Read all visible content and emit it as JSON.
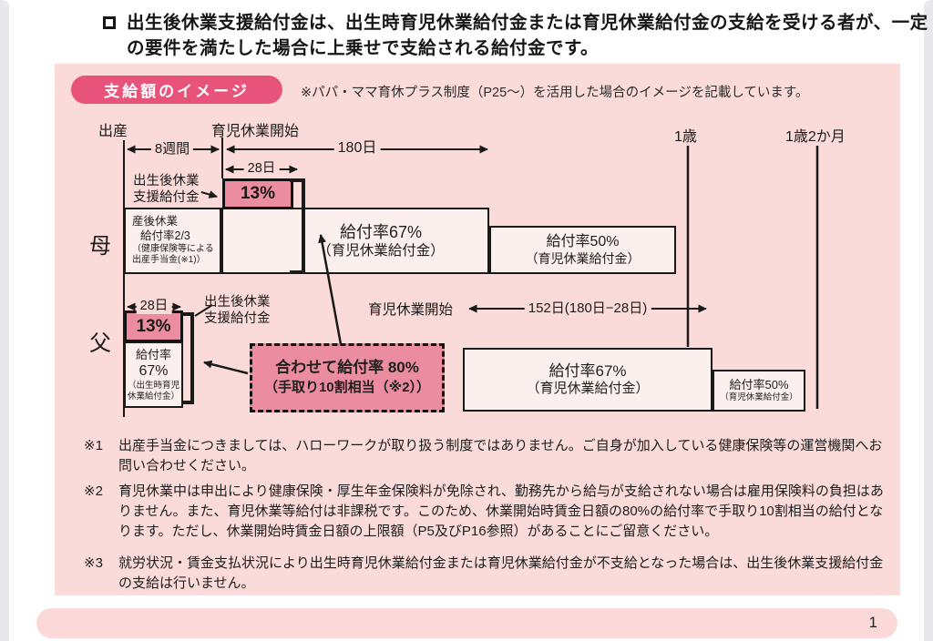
{
  "colors": {
    "panel_pink": "#fbdbd9",
    "badge_pink": "#e8537b",
    "highlight_pink": "#eb8ca0",
    "light_box": "#fcf0ee",
    "text": "#1f1f1f"
  },
  "header": {
    "line1": "出生後休業支援給付金は、出生時育児休業給付金または育児休業給付金の支給を受ける者が、一定",
    "line2": "の要件を満たした場合に上乗せで支給される給付金です。"
  },
  "panel": {
    "badge": "支給額のイメージ",
    "note": "※パパ・ママ育休プラス制度（P25～）を活用した場合のイメージを記載しています。",
    "timeline": {
      "birth": "出産",
      "leave_start": "育児休業開始",
      "age1": "1歳",
      "age1y2m": "1歳2か月"
    },
    "arrows": {
      "w8": "8週間",
      "d180": "180日",
      "d28_mother": "28日",
      "d28_father": "28日",
      "d152": "152日(180日−28日)",
      "father_leave_start": "育児休業開始"
    },
    "mother": {
      "row_label": "母",
      "support_l1": "出生後休業",
      "support_l2": "支援給付金",
      "pct13": "13%",
      "postnatal": {
        "l1": "産後休業",
        "l2": "給付率2/3",
        "l3": "（健康保険等による",
        "l4": "出産手当金(※1)）"
      },
      "rate67": {
        "l1": "給付率67%",
        "l2": "（育児休業給付金）"
      },
      "rate50": {
        "l1": "給付率50%",
        "l2": "（育児休業給付金）"
      }
    },
    "father": {
      "row_label": "父",
      "support_l1": "出生後休業",
      "support_l2": "支援給付金",
      "pct13": "13%",
      "rate67_small": {
        "l1": "給付率",
        "l2": "67%",
        "l3": "（出生時育児",
        "l4": "休業給付金）"
      },
      "combined": {
        "l1": "合わせて給付率 80%",
        "l2": "（手取り10割相当（※2））"
      },
      "rate67": {
        "l1": "給付率67%",
        "l2": "（育児休業給付金）"
      },
      "rate50": {
        "l1": "給付率50%",
        "l2": "（育児休業給付金）"
      }
    }
  },
  "footnotes": [
    {
      "label": "※1",
      "text": "出産手当金につきましては、ハローワークが取り扱う制度ではありません。ご自身が加入している健康保険等の運営機関へお問い合わせください。"
    },
    {
      "label": "※2",
      "text": "育児休業中は申出により健康保険・厚生年金保険料が免除され、勤務先から給与が支給されない場合は雇用保険料の負担はありません。また、育児休業等給付は非課税です。このため、休業開始時賃金日額の80%の給付率で手取り10割相当の給付となります。ただし、休業開始時賃金日額の上限額（P5及びP16参照）があることにご留意ください。"
    },
    {
      "label": "※3",
      "text": "就労状況・賃金支払状況により出生時育児休業給付金または育児休業給付金が不支給となった場合は、出生後休業支援給付金の支給は行いません。"
    }
  ],
  "page": {
    "number": "1"
  }
}
